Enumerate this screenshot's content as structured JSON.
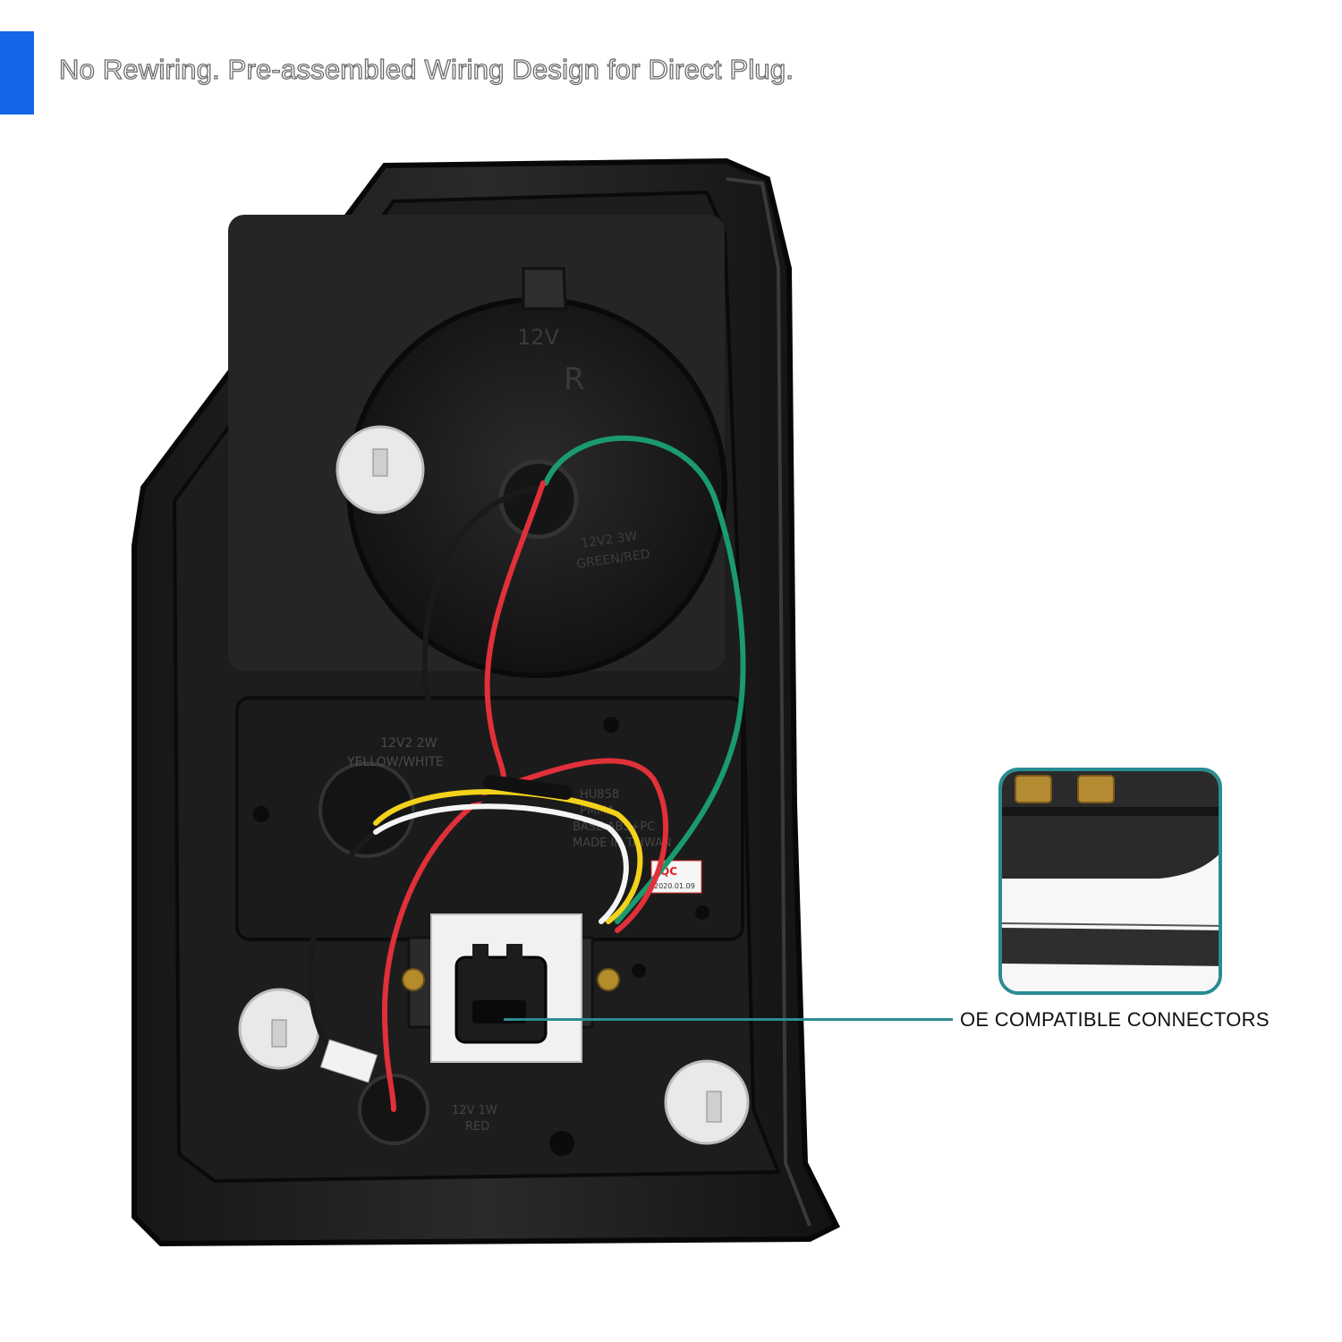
{
  "header": {
    "headline": "No Rewiring. Pre-assembled Wiring Design for Direct Plug.",
    "accent_color": "#1565e6"
  },
  "product": {
    "housing_markings": {
      "bulb_top": "12V",
      "bulb_top_side": "R",
      "bulb_top_spec": "12V2 3W",
      "bulb_top_colors": "GREEN/RED",
      "bulb_mid_spec": "12V2 2W",
      "bulb_mid_colors": "YELLOW/WHITE",
      "part_no": "HU858",
      "lens_material": "PMMA",
      "base_material": "BASE:ABS+PC",
      "origin": "MADE IN TAIWAN",
      "bulb_bottom_spec": "12V 1W",
      "bulb_bottom_color": "RED",
      "qc_tag": "QC",
      "qc_date": "2020.01.09"
    },
    "wire_colors": [
      "#e0303a",
      "#1b9a6e",
      "#1a1a1a",
      "#f2d21b",
      "#f5f5f5"
    ]
  },
  "callout": {
    "label": "OE COMPATIBLE CONNECTORS",
    "line_color": "#2a8c93"
  }
}
